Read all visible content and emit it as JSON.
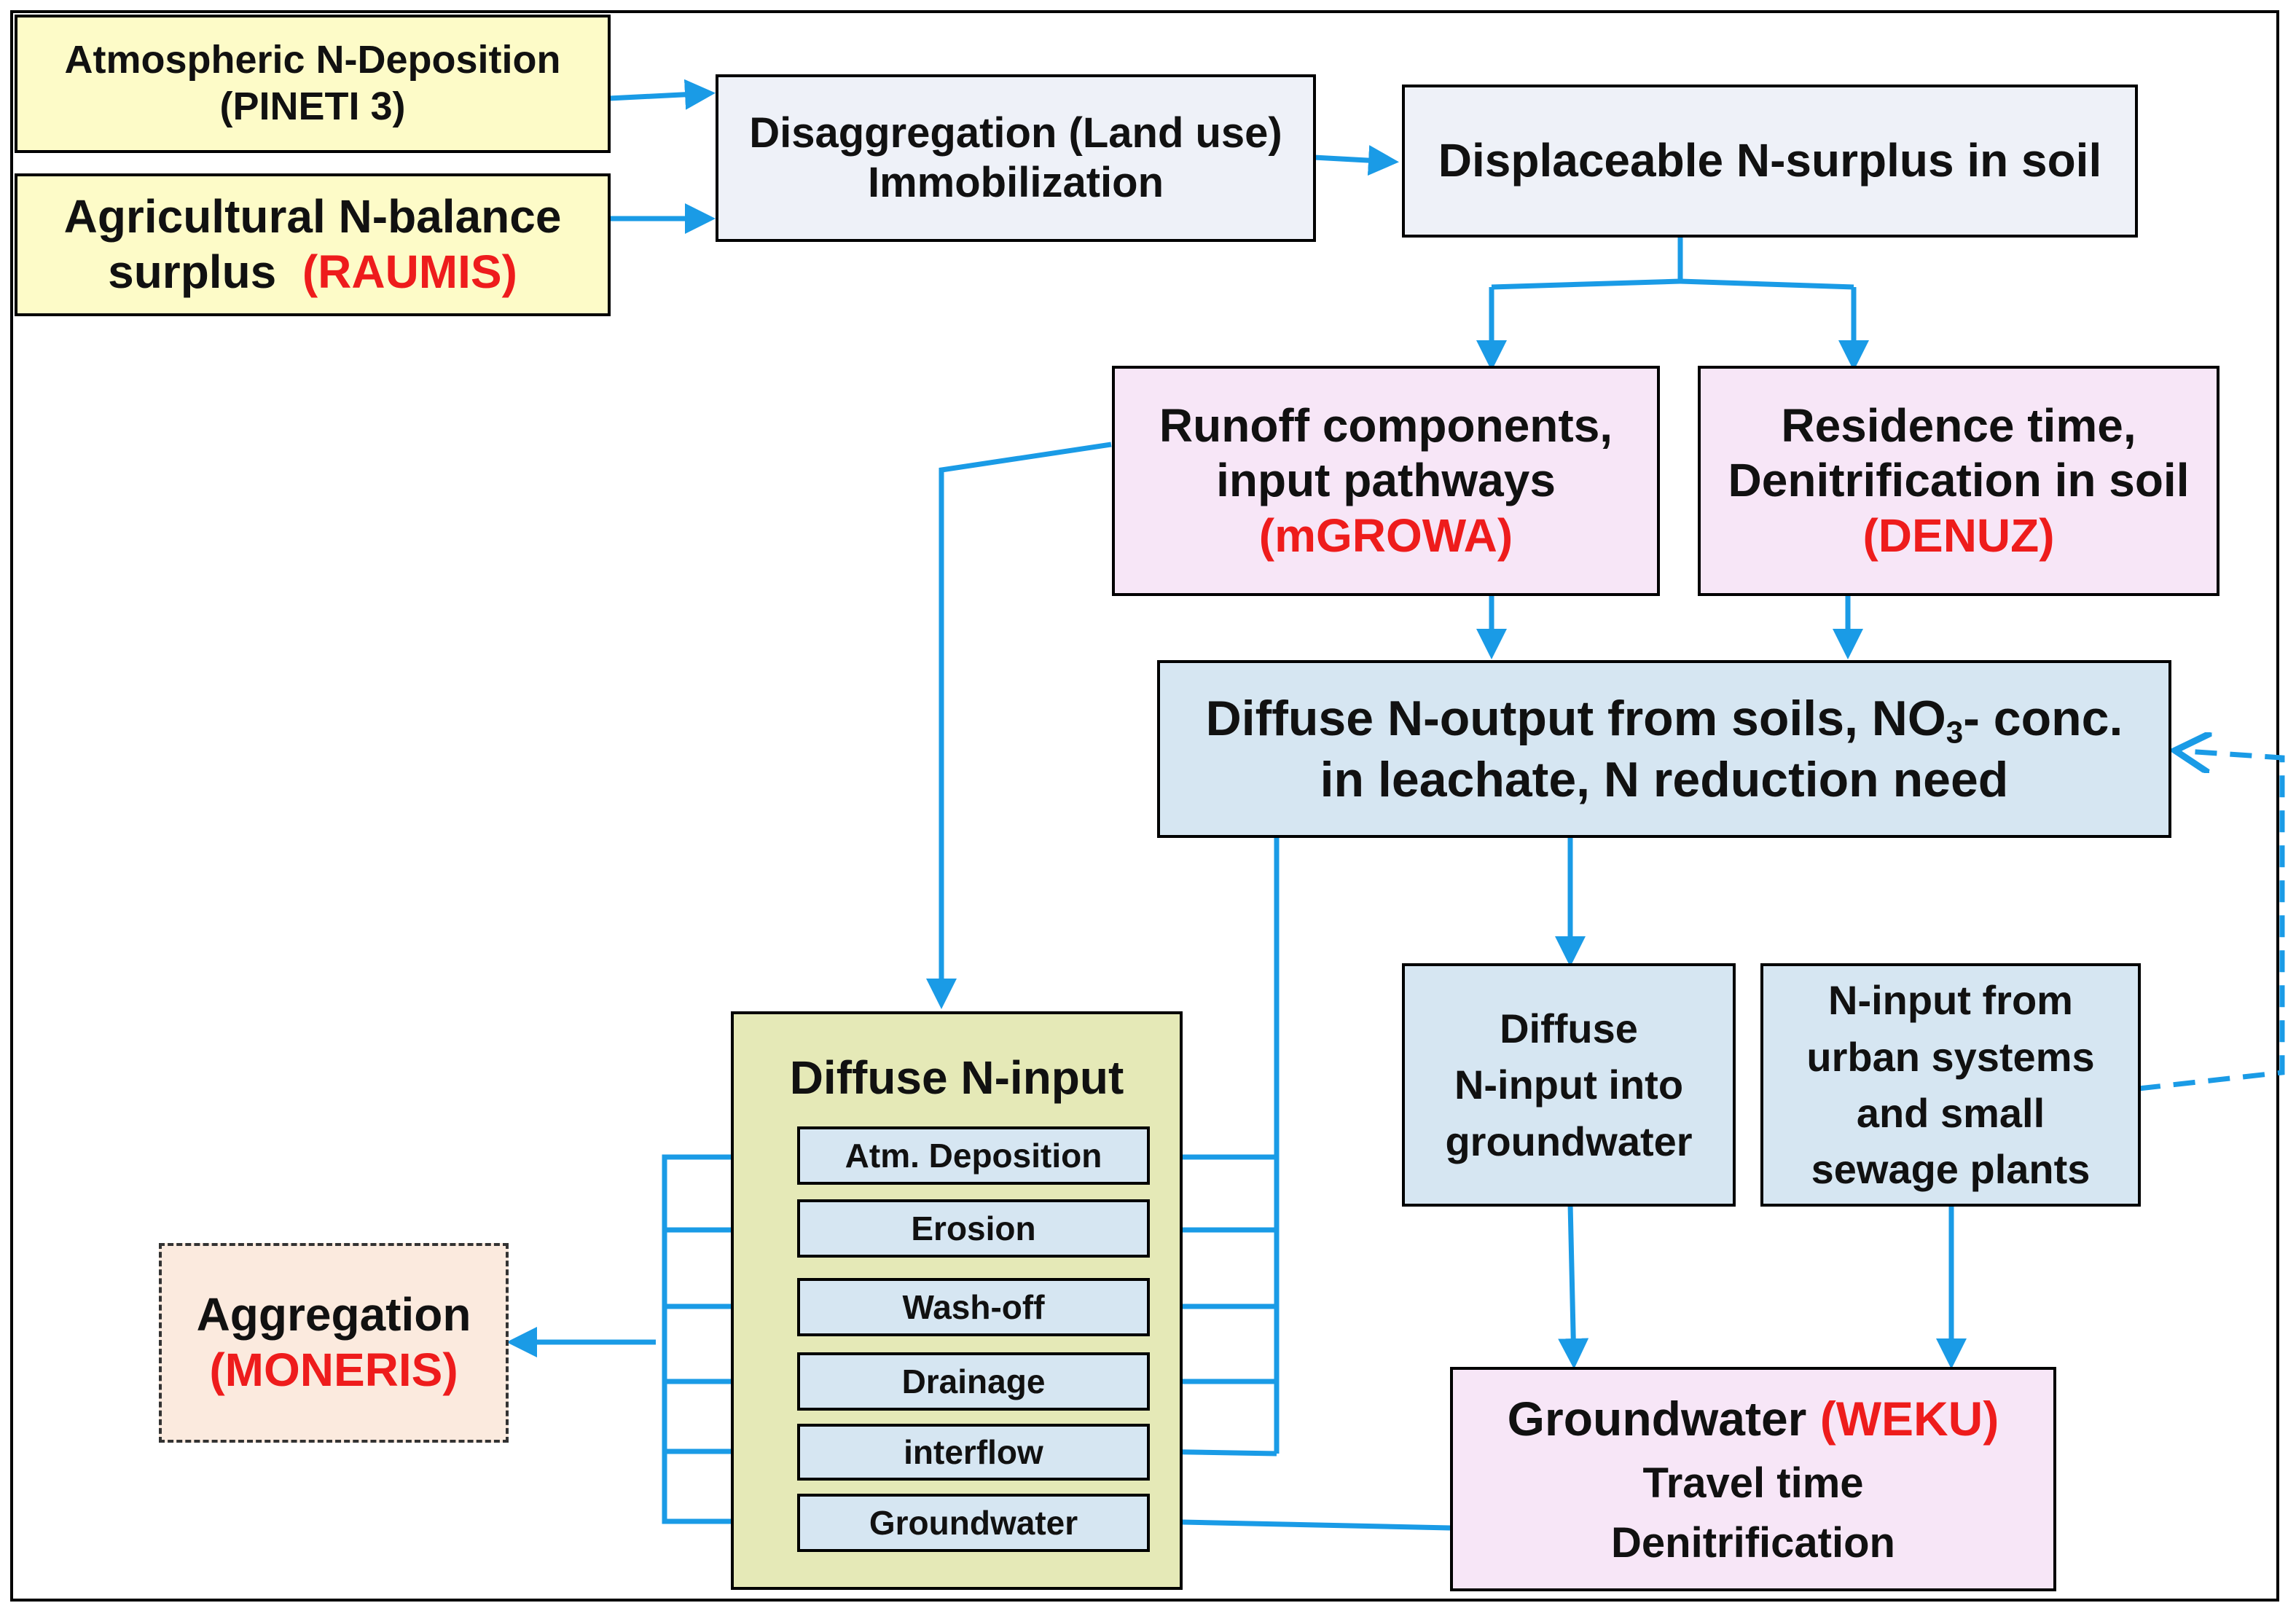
{
  "nodes": {
    "atmospheric": {
      "line1": "Atmospheric N-Deposition",
      "line2": "(PINETI 3)"
    },
    "agricultural": {
      "line1": "Agricultural N-balance",
      "line2_a": "surplus",
      "line2_b": "(RAUMIS)"
    },
    "disaggregation": {
      "line1": "Disaggregation (Land use)",
      "line2": "Immobilization"
    },
    "displaceable": {
      "line1": "Displaceable N-surplus in soil"
    },
    "runoff": {
      "line1": "Runoff components,",
      "line2": "input pathways",
      "model": "(mGROWA)"
    },
    "residence": {
      "line1": "Residence time,",
      "line2": "Denitrification in soil",
      "model": "(DENUZ)"
    },
    "diffuse_output": {
      "line1_a": "Diffuse N-output from soils, NO",
      "line1_sub": "3",
      "line1_b": "- conc.",
      "line2": "in leachate, N reduction need"
    },
    "diffuse_gw": {
      "line1": "Diffuse",
      "line2": "N-input into",
      "line3": "groundwater"
    },
    "urban": {
      "line1": "N-input from",
      "line2": "urban systems",
      "line3": "and small",
      "line4": "sewage plants"
    },
    "diffuse_input": {
      "title": "Diffuse N-input",
      "items": [
        "Atm. Deposition",
        "Erosion",
        "Wash-off",
        "Drainage",
        "interflow",
        "Groundwater"
      ]
    },
    "aggregation": {
      "line1": "Aggregation",
      "model": "(MONERIS)"
    },
    "groundwater": {
      "line1_a": "Groundwater",
      "line1_b": "(WEKU)",
      "line2": "Travel time",
      "line3": "Denitrification"
    }
  },
  "colors": {
    "arrow": "#1a9be6",
    "model_text": "#ee1c1c",
    "border": "#000000"
  }
}
